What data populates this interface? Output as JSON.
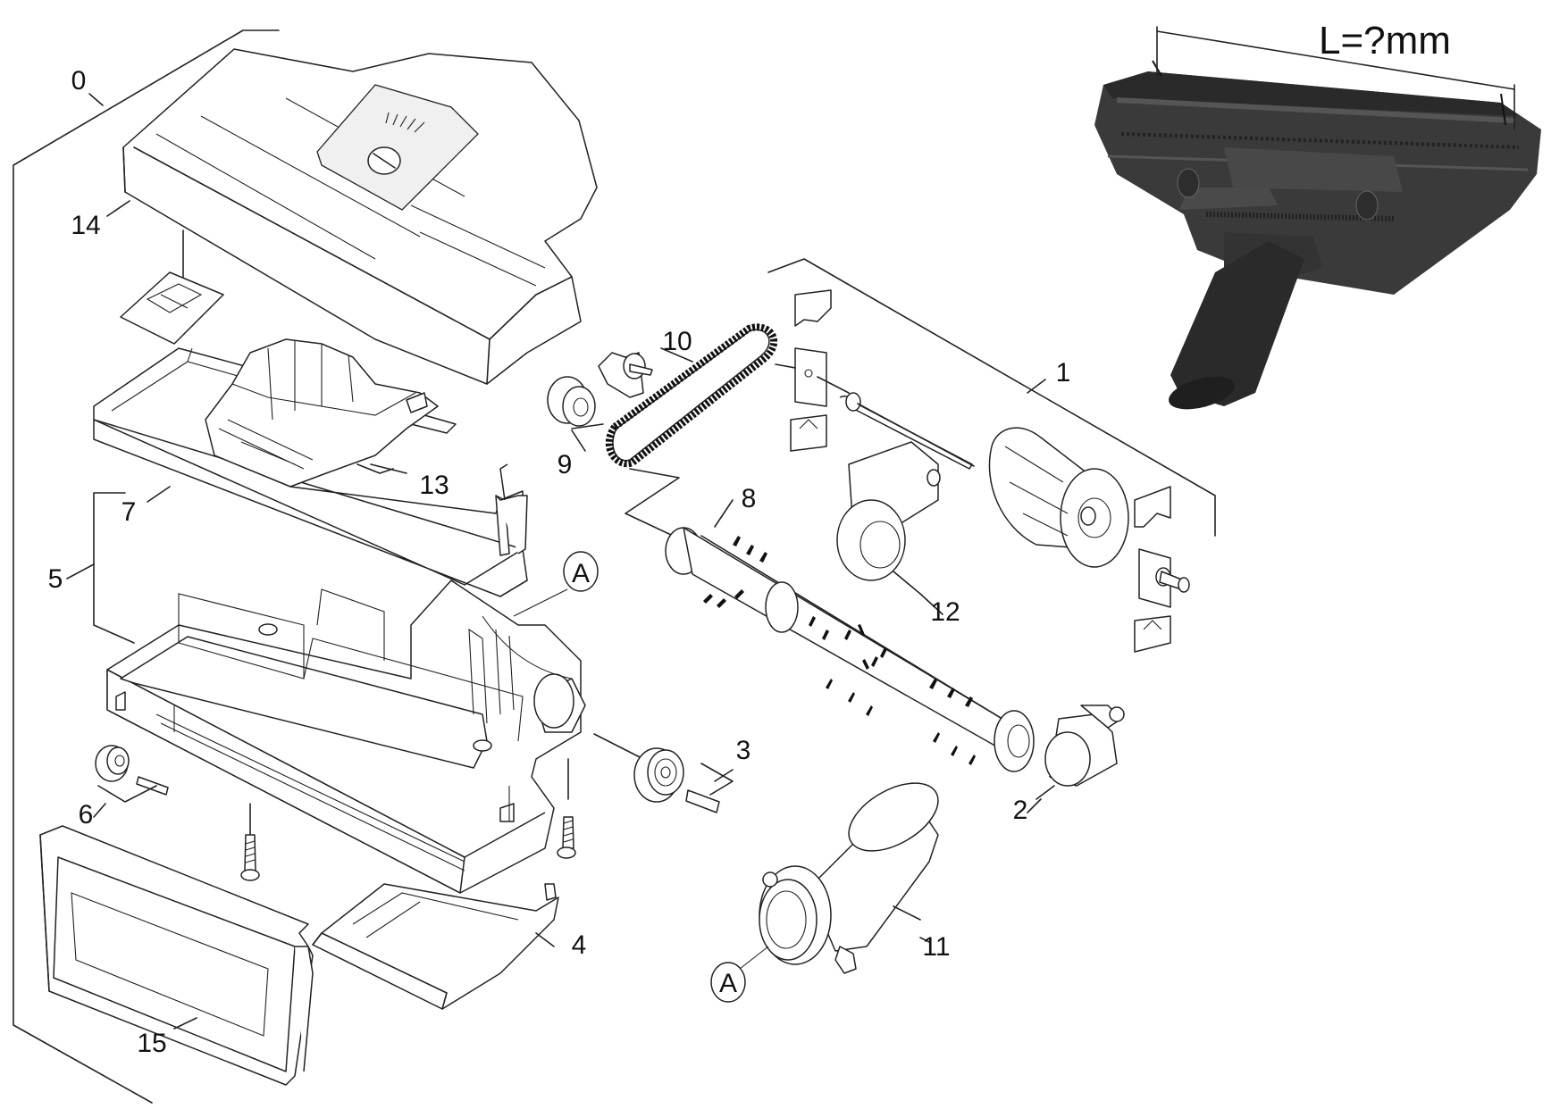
{
  "diagram": {
    "callouts": [
      {
        "id": "0",
        "text": "0"
      },
      {
        "id": "1",
        "text": "1"
      },
      {
        "id": "2",
        "text": "2"
      },
      {
        "id": "3",
        "text": "3"
      },
      {
        "id": "4",
        "text": "4"
      },
      {
        "id": "5",
        "text": "5"
      },
      {
        "id": "6",
        "text": "6"
      },
      {
        "id": "7",
        "text": "7"
      },
      {
        "id": "8",
        "text": "8"
      },
      {
        "id": "9",
        "text": "9"
      },
      {
        "id": "10",
        "text": "10"
      },
      {
        "id": "11",
        "text": "11"
      },
      {
        "id": "12",
        "text": "12"
      },
      {
        "id": "13",
        "text": "13"
      },
      {
        "id": "14",
        "text": "14"
      },
      {
        "id": "15",
        "text": "15"
      }
    ],
    "connector_marks": [
      "A",
      "A"
    ],
    "dimension_label": "L=?mm",
    "colors": {
      "line": "#222222",
      "photo_body": "#3a3a3a",
      "photo_dark": "#1f1f1f"
    }
  }
}
